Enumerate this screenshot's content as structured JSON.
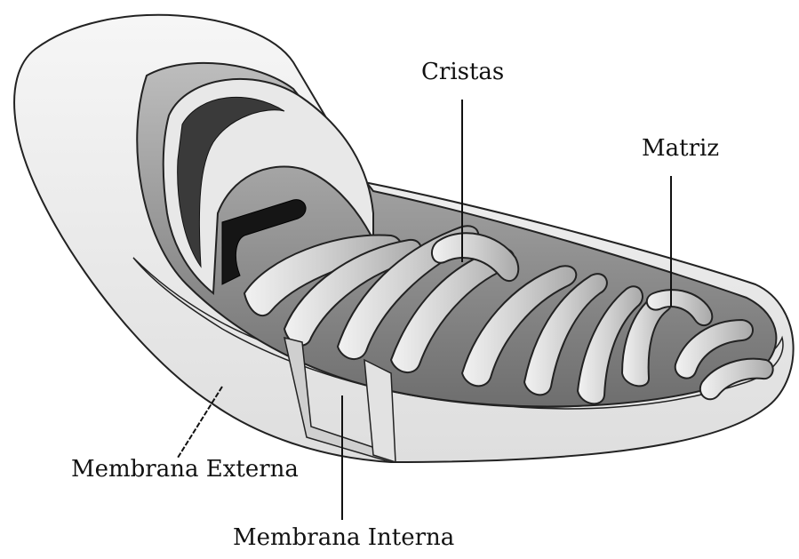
{
  "labels": {
    "cristas": "Cristas",
    "matriz": "Matriz",
    "membrana_externa": "Membrana Externa",
    "membrana_interna": "Membrana Interna"
  },
  "colors": {
    "background": "#ffffff",
    "outer_membrane_fill": "#efefef",
    "inner_membrane_fill": "#d2d2d2",
    "matrix_shadow": "#8a8a8a",
    "outline": "#222222"
  }
}
